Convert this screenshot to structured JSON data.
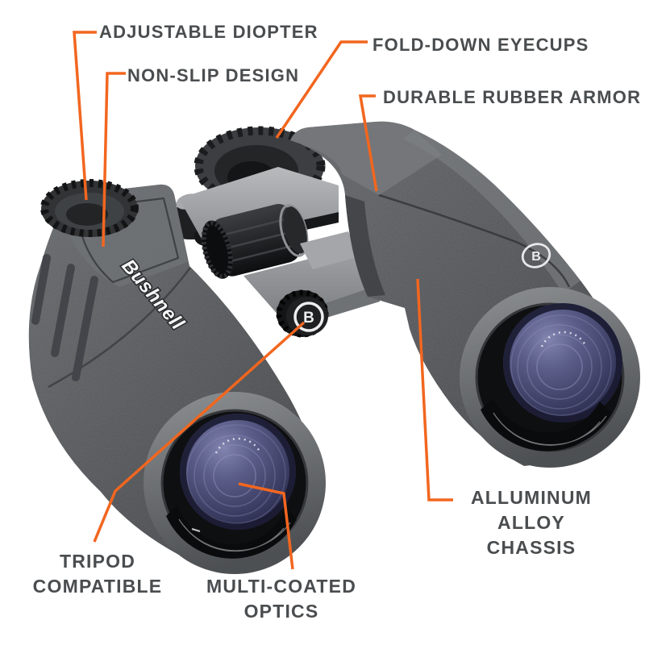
{
  "diagram": {
    "type": "annotated-product-diagram",
    "subject": "binoculars"
  },
  "product": {
    "brand": "Bushnell",
    "badge_letter": "B"
  },
  "colors": {
    "accent_orange": "#F2661F",
    "label_text": "#4A4D4F",
    "background": "#FFFFFF",
    "body_gray": "#4E5154",
    "chassis_silver": "#9EA1A4",
    "lens_coating_blue": "#4B4C72"
  },
  "callouts": [
    {
      "id": "adjustable-diopter",
      "text": "ADJUSTABLE DIOPTER"
    },
    {
      "id": "non-slip-design",
      "text": "NON-SLIP DESIGN"
    },
    {
      "id": "fold-down-eyecups",
      "text": "FOLD-DOWN EYECUPS"
    },
    {
      "id": "durable-rubber-armor",
      "text": "DURABLE RUBBER ARMOR"
    },
    {
      "id": "alluminum-alloy-chassis",
      "text": "ALLUMINUM\nALLOY CHASSIS"
    },
    {
      "id": "tripod-compatible",
      "text": "TRIPOD\nCOMPATIBLE"
    },
    {
      "id": "multi-coated-optics",
      "text": "MULTI-COATED\nOPTICS"
    }
  ]
}
